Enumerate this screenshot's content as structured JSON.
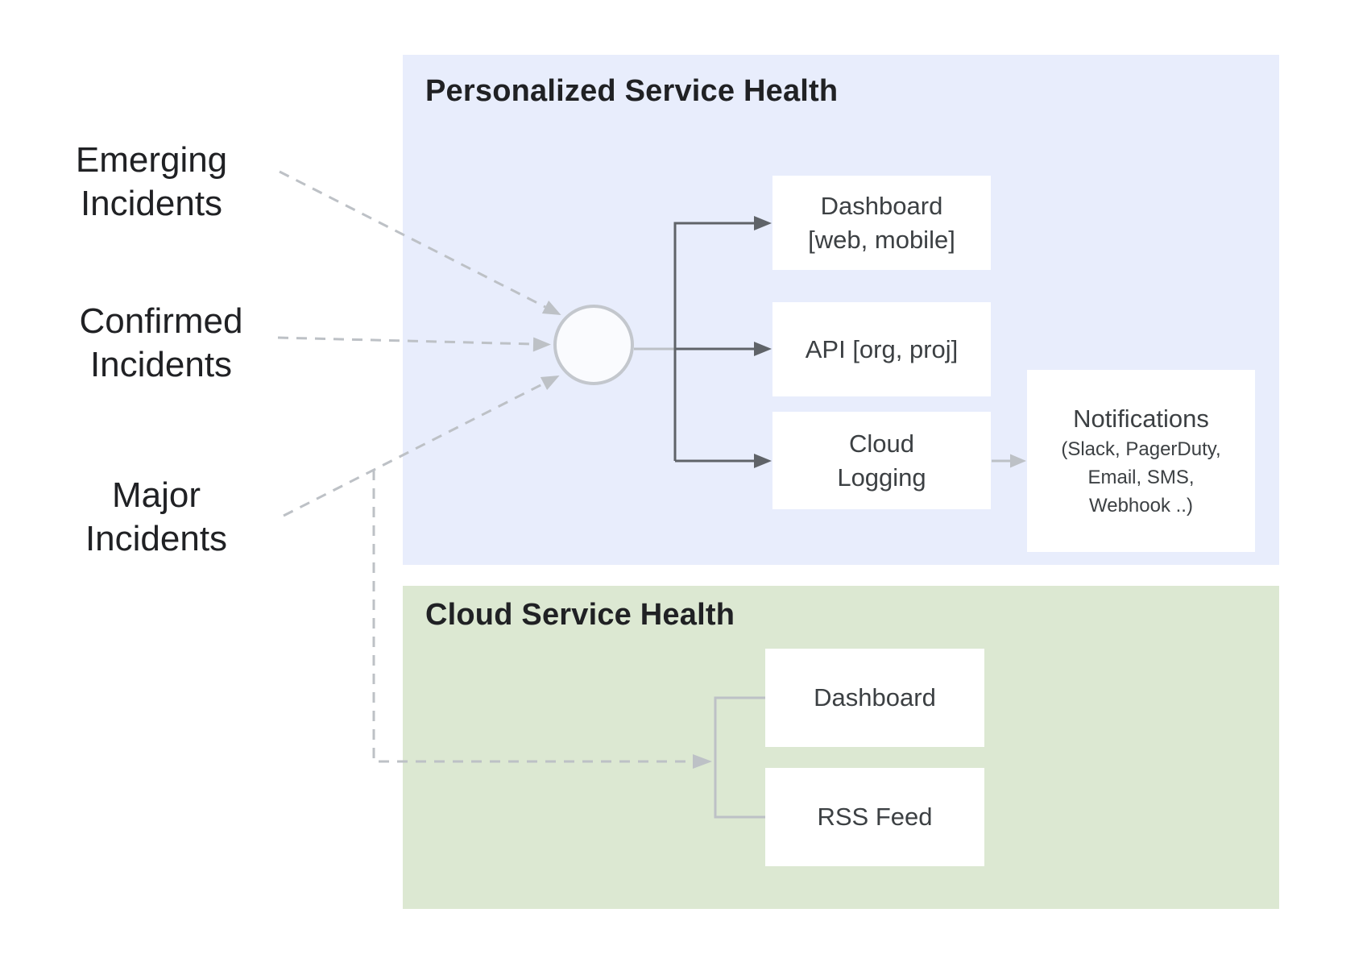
{
  "diagram": {
    "inputs": [
      {
        "id": "emerging",
        "lines": [
          "Emerging",
          "Incidents"
        ]
      },
      {
        "id": "confirmed",
        "lines": [
          "Confirmed",
          "Incidents"
        ]
      },
      {
        "id": "major",
        "lines": [
          "Major",
          "Incidents"
        ]
      }
    ],
    "personalized_panel": {
      "title": "Personalized Service Health",
      "nodes": {
        "dashboard": {
          "lines": [
            "Dashboard",
            "[web, mobile]"
          ]
        },
        "api": {
          "label": "API [org, proj]"
        },
        "logging": {
          "lines": [
            "Cloud",
            "Logging"
          ]
        },
        "notifications": {
          "title": "Notifications",
          "details": [
            "(Slack, PagerDuty,",
            "Email, SMS,",
            "Webhook ..)"
          ]
        }
      }
    },
    "cloud_panel": {
      "title": "Cloud Service Health",
      "nodes": {
        "dashboard": {
          "label": "Dashboard"
        },
        "rss": {
          "label": "RSS Feed"
        }
      }
    },
    "colors": {
      "personalized_bg": "#e8edfc",
      "cloud_bg": "#dce8d2",
      "node_bg": "#ffffff",
      "connector_dark": "#5f6368",
      "connector_light": "#bdc1c6",
      "text_primary": "#202124",
      "text_node": "#3c4043"
    }
  }
}
